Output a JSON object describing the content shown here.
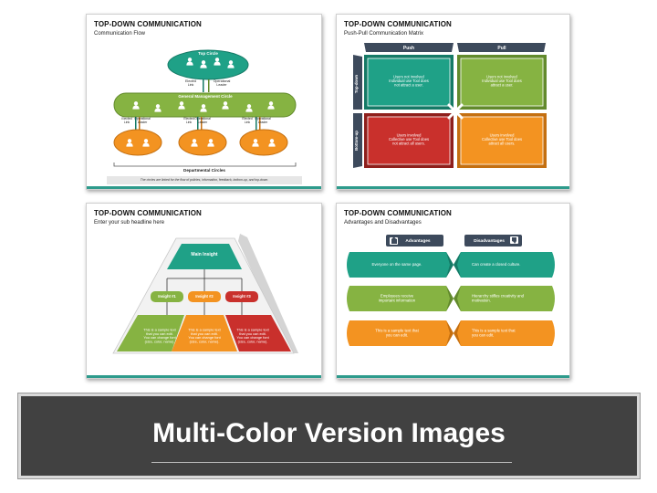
{
  "colors": {
    "teal": "#1fa187",
    "teal_dark": "#157a66",
    "green": "#86b342",
    "green_dark": "#628a2c",
    "orange": "#f39321",
    "orange_dark": "#c46f10",
    "red": "#c9302c",
    "red_dark": "#8f1f1c",
    "navy": "#3d4a5c",
    "banner": "#414141"
  },
  "slide1": {
    "title": "TOP-DOWN COMMUNICATION",
    "subtitle": "Communication Flow",
    "top_label": "Top Circle",
    "middle_label": "General Management Circle",
    "bottom_label": "Departmental Circles",
    "link_elected": "Elected\nLink",
    "link_operational": "Operational\nLeader",
    "footer": "The circles are linked for the flow of policies, information, feedback, bottom-up, and top-down."
  },
  "slide2": {
    "title": "TOP-DOWN COMMUNICATION",
    "subtitle": "Push-Pull Communication Matrix",
    "col_push": "Push",
    "col_pull": "Pull",
    "row_top": "Top-down",
    "row_bottom": "Bottom-up",
    "cells": [
      "Users not involved\nIndividual use Tool does\nnot attract a user.",
      "Users not involved\nIndividual use Tool does\nattract a user.",
      "Users involved\nCollective use Tool does\nnot attract all users.",
      "Users involved\nCollective use Tool does\nattract all users."
    ]
  },
  "slide3": {
    "title": "TOP-DOWN COMMUNICATION",
    "subtitle": "Enter your sub headline here",
    "main_insight": "Main Insight",
    "insights": [
      "Insight #1",
      "Insight #2",
      "Insight #3"
    ],
    "sample_texts": [
      "This is a sample text\nthat you can edit.\nYou can change font\n(size, color, name).",
      "This is a sample text\nthat you can edit.\nYou can change font\n(size, color, name).",
      "This is a sample text\nthat you can edit.\nYou can change font\n(size, color, name)."
    ]
  },
  "slide4": {
    "title": "TOP-DOWN COMMUNICATION",
    "subtitle": "Advantages and Disadvantages",
    "advantages_label": "Advantages",
    "disadvantages_label": "Disadvantages",
    "advantages": [
      "Everyone on the same page.",
      "Employees receive\nimportant information",
      "This is a sample text that\nyou can edit."
    ],
    "disadvantages": [
      "Can create a closed culture.",
      "Hierarchy stifles creativity and\nmotivation.",
      "This is a sample text that\nyou can edit."
    ]
  },
  "banner": {
    "title": "Multi-Color Version Images"
  }
}
